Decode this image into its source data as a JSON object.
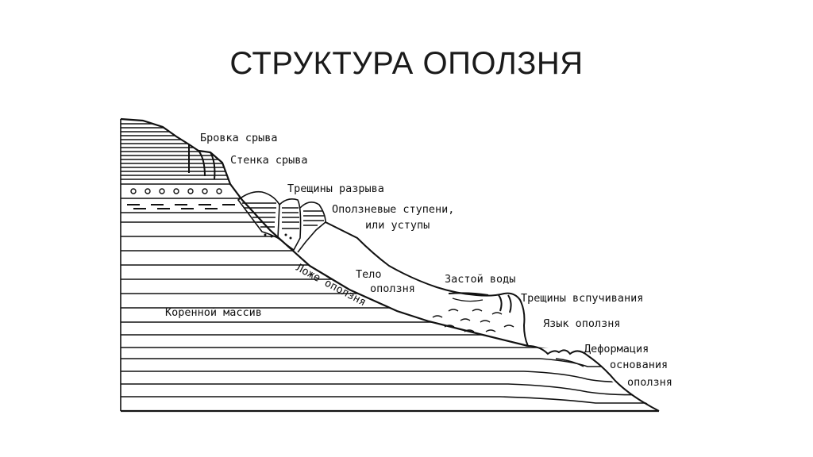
{
  "title": "СТРУКТУРА ОПОЛЗНЯ",
  "labels": {
    "brovka": "Бровка срыва",
    "stenka": "Стенка срыва",
    "treshchiny_razryva": "Трещины разрыва",
    "stupeni_1": "Оползневые ступени,",
    "stupeni_2": "или уступы",
    "telo_1": "Тело",
    "telo_2": "оползня",
    "zastoy": "Застой воды",
    "treshchiny_vsp": "Трещины вспучивания",
    "lozhe": "Ложе оползня",
    "massiv": "Коренной массив",
    "yazyk": "Язык оползня",
    "deform_1": "Деформация",
    "deform_2": "основания",
    "deform_3": "оползня"
  }
}
